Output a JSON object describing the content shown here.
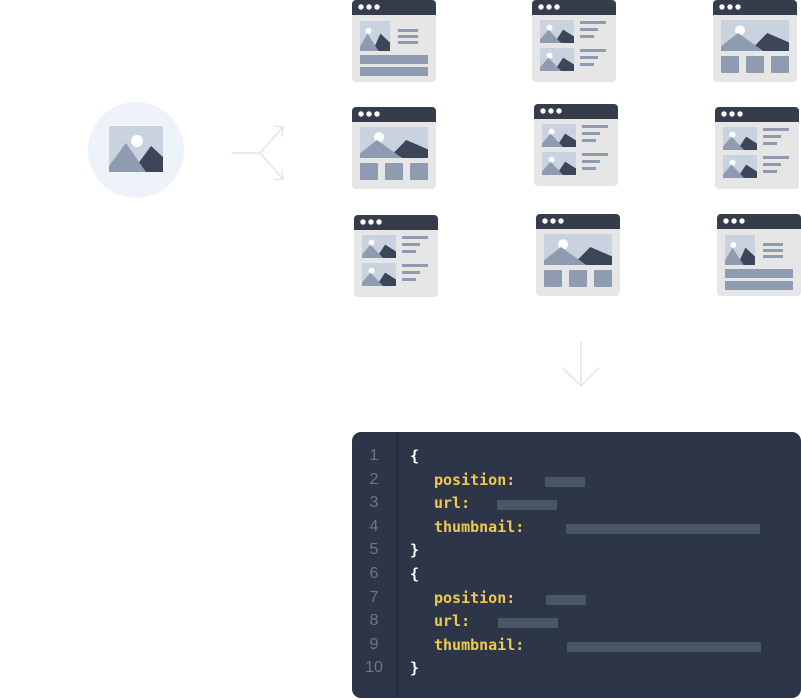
{
  "colors": {
    "window_header": "#363d4a",
    "window_body": "#e6e6e6",
    "art_dark": "#3d4658",
    "art_light": "#8f9bb0",
    "art_sky": "#c9d2df",
    "source_circle": "#eef3fa",
    "arrow": "#e2e6ea",
    "code_bg": "#2d3648",
    "code_key": "#f2c94c",
    "code_brace": "#ffffff",
    "line_number": "#6c7589",
    "placeholder": "#4b5568"
  },
  "diagram": {
    "source_icon": "image-icon",
    "split_arrow_icon": "split-arrow-icon",
    "down_arrow_icon": "down-arrow-icon",
    "thumbnails": [
      {
        "layout": "hero-text-banner"
      },
      {
        "layout": "two-rows-text"
      },
      {
        "layout": "hero-three-tiles"
      },
      {
        "layout": "hero-three-tiles"
      },
      {
        "layout": "two-rows-text"
      },
      {
        "layout": "two-rows-text"
      },
      {
        "layout": "two-rows-text"
      },
      {
        "layout": "hero-three-tiles"
      },
      {
        "layout": "hero-text-banner"
      }
    ]
  },
  "code": {
    "line_numbers": [
      "1",
      "2",
      "3",
      "4",
      "5",
      "6",
      "7",
      "8",
      "9",
      "10"
    ],
    "lines": [
      {
        "text": "{",
        "kind": "brace"
      },
      {
        "text": "position:",
        "kind": "key"
      },
      {
        "text": "url:",
        "kind": "key"
      },
      {
        "text": "thumbnail:",
        "kind": "key"
      },
      {
        "text": "}",
        "kind": "brace"
      },
      {
        "text": "{",
        "kind": "brace"
      },
      {
        "text": "position:",
        "kind": "key"
      },
      {
        "text": "url:",
        "kind": "key"
      },
      {
        "text": "thumbnail:",
        "kind": "key"
      },
      {
        "text": "}",
        "kind": "brace"
      }
    ]
  }
}
